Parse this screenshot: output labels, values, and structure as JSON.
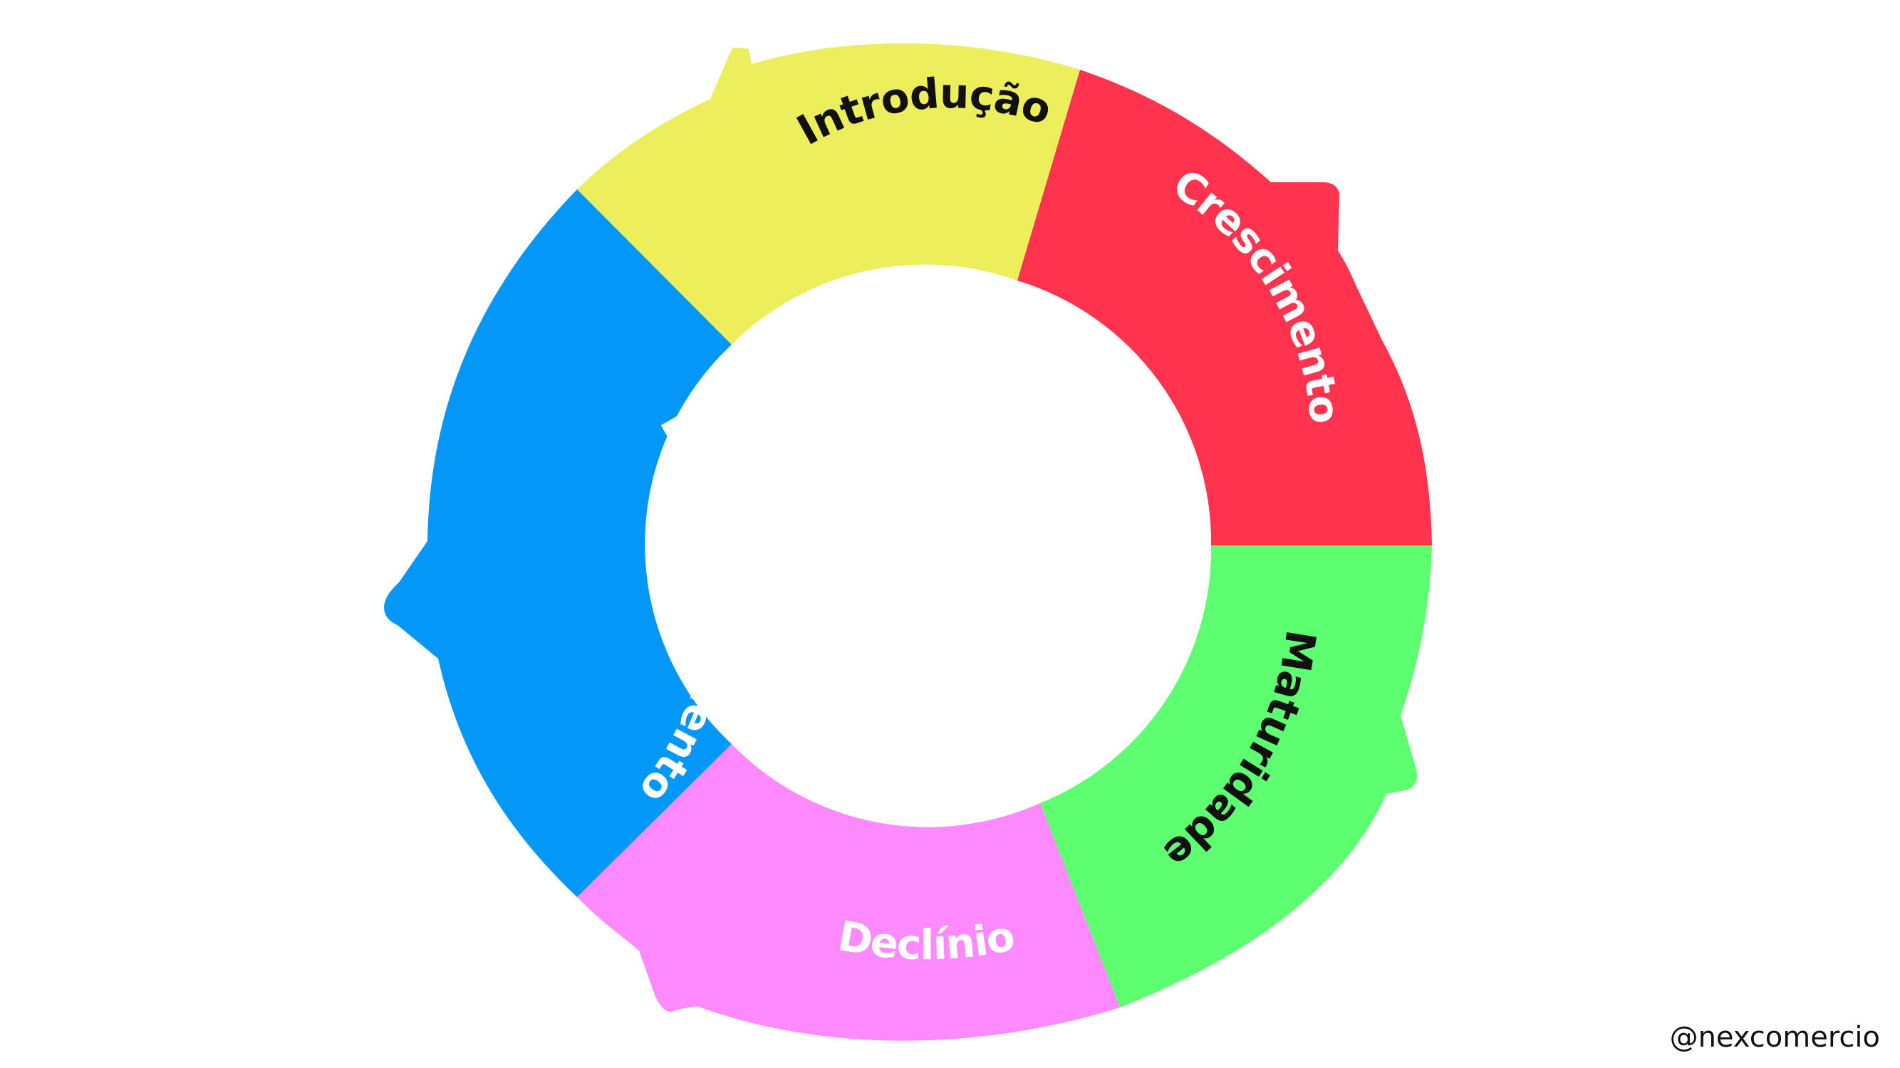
{
  "diagram": {
    "stages": [
      {
        "key": "introducao",
        "label": "Introdução",
        "color": "#ECEE5C",
        "text_color": "#111111"
      },
      {
        "key": "crescimento",
        "label": "Crescimento",
        "color": "#FF334D",
        "text_color": "#FFFFFF"
      },
      {
        "key": "maturidade",
        "label": "Maturidade",
        "color": "#5DFF71",
        "text_color": "#111111"
      },
      {
        "key": "declinio",
        "label": "Declínio",
        "color": "#FF89FF",
        "text_color": "#FFFFFF"
      },
      {
        "key": "desenvolvimento",
        "label": "Desenvolvimento",
        "color": "#0398F8",
        "text_color": "#FFFFFF"
      }
    ]
  },
  "credit": {
    "handle": "@nexcomercio"
  }
}
